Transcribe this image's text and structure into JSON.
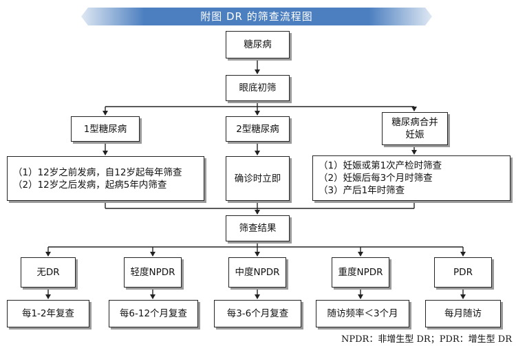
{
  "title": "附图   DR 的筛查流程图",
  "nodes": {
    "diabetes": "糖尿病",
    "initial_screen": "眼底初筛",
    "type1": "1型糖尿病",
    "type2": "2型糖尿病",
    "pregnancy": [
      "糖尿病合并",
      "妊娠"
    ],
    "type1_rules": [
      "（1）12岁之前发病，自12岁起每年筛查",
      "（2）12岁之后发病，起病5年内筛查"
    ],
    "type2_rule": "确诊时立即",
    "pregnancy_rules": [
      "（1）妊娠或第1次产检时筛查",
      "（2）妊娠后每3个月时筛查",
      "（3）产后1年时筛查"
    ],
    "result": "筛查结果",
    "grades": [
      "无DR",
      "轻度NPDR",
      "中度NPDR",
      "重度NPDR",
      "PDR"
    ],
    "followups": [
      "每1-2年复查",
      "每6-12个月复查",
      "每3-6个月复查",
      "随访频率＜3个月",
      "每月随访"
    ]
  },
  "footnote": "NPDR：非增生型 DR；PDR：增生型 DR"
}
